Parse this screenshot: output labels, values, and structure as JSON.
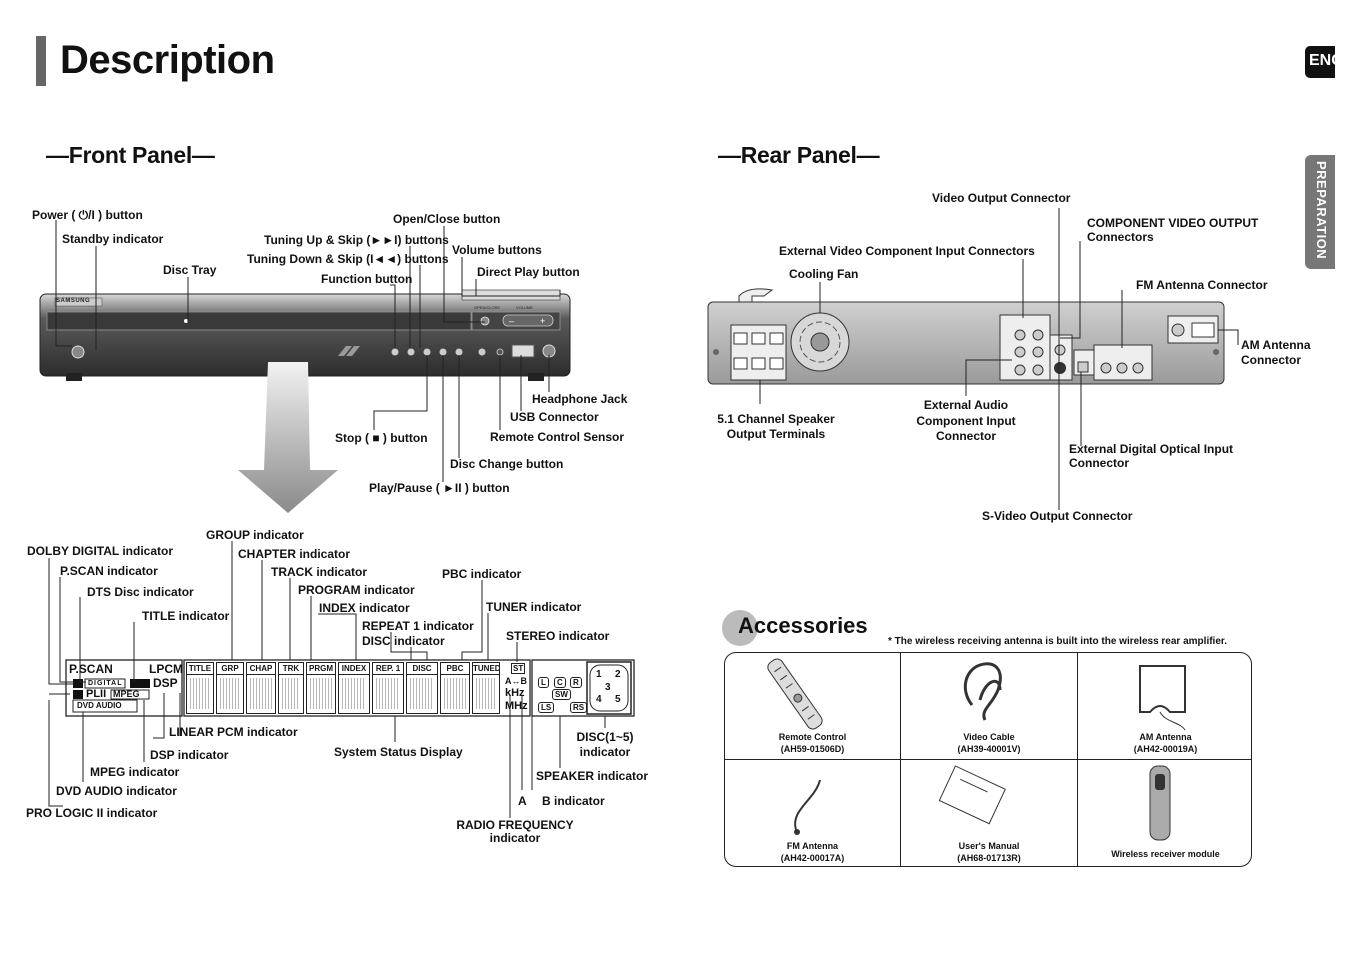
{
  "page": {
    "title": "Description",
    "lang_tab": "ENG",
    "section_tab": "PREPARATION"
  },
  "front_panel": {
    "heading": "—Front Panel—",
    "labels": {
      "power": "Power ( ⏻/I ) button",
      "standby": "Standby indicator",
      "disc_tray": "Disc Tray",
      "tuning_up": "Tuning Up & Skip (►►I) buttons",
      "tuning_down": "Tuning Down & Skip (I◄◄) buttons",
      "function": "Function button",
      "open_close": "Open/Close button",
      "volume": "Volume buttons",
      "direct_play": "Direct Play button",
      "headphone": "Headphone Jack",
      "usb": "USB Connector",
      "remote_sensor": "Remote Control Sensor",
      "stop": "Stop ( ■ ) button",
      "disc_change": "Disc Change button",
      "play_pause": "Play/Pause ( ►II ) button"
    },
    "device": {
      "brand": "SAMSUNG",
      "open_close_mark": "OPEN/CLOSE",
      "volume_mark": "VOLUME"
    }
  },
  "display": {
    "labels": {
      "group": "GROUP indicator",
      "dolby": "DOLBY DIGITAL indicator",
      "chapter": "CHAPTER indicator",
      "pscan": "P.SCAN indicator",
      "track": "TRACK indicator",
      "dts": "DTS Disc indicator",
      "program": "PROGRAM indicator",
      "pbc": "PBC indicator",
      "title": "TITLE indicator",
      "index": "INDEX indicator",
      "tuner": "TUNER indicator",
      "repeat": "REPEAT 1 indicator",
      "disc": "DISC indicator",
      "stereo": "STEREO indicator",
      "lpcm": "LINEAR PCM indicator",
      "dsp": "DSP indicator",
      "system_status": "System Status Display",
      "disc15_a": "DISC(1~5)",
      "disc15_b": "indicator",
      "mpeg": "MPEG indicator",
      "speaker": "SPEAKER indicator",
      "dvd_audio": "DVD AUDIO indicator",
      "a_ind": "A",
      "b_ind": "B indicator",
      "pro_logic": "PRO LOGIC II indicator",
      "radio_a": "RADIO FREQUENCY",
      "radio_b": "indicator"
    },
    "panel": {
      "pscan": "P.SCAN",
      "lpcm": "LPCM",
      "dsp": "DSP",
      "digital": "DIGITAL",
      "pl2": "PLII",
      "mpeg": "MPEG",
      "dvd_audio": "DVD AUDIO",
      "khz": "kHz",
      "mhz": "MHz",
      "ab": "A↔B",
      "st": "ST",
      "segments": [
        "TITLE",
        "GRP",
        "CHAP",
        "TRK",
        "PRGM",
        "INDEX",
        "REP. 1",
        "DISC",
        "PBC",
        "TUNED"
      ],
      "speakers": [
        "L",
        "C",
        "R",
        "SW",
        "LS",
        "RS"
      ],
      "discs": [
        "1",
        "2",
        "3",
        "4",
        "5"
      ]
    }
  },
  "rear_panel": {
    "heading": "—Rear Panel—",
    "labels": {
      "video_out": "Video Output Connector",
      "component_out_a": "COMPONENT VIDEO OUTPUT",
      "component_out_b": "Connectors",
      "ext_video_comp": "External Video Component Input Connectors",
      "cooling_fan": "Cooling Fan",
      "fm_ant": "FM Antenna Connector",
      "am_ant_a": "AM Antenna",
      "am_ant_b": "Connector",
      "speaker_a": "5.1 Channel Speaker",
      "speaker_b": "Output Terminals",
      "ext_audio_a": "External Audio",
      "ext_audio_b": "Component Input",
      "ext_audio_c": "Connector",
      "ext_optical_a": "External Digital Optical Input",
      "ext_optical_b": "Connector",
      "svideo": "S-Video Output Connector"
    }
  },
  "accessories": {
    "heading": "Accessories",
    "note": "* The wireless receiving antenna is built into the wireless rear amplifier.",
    "items": [
      {
        "name": "Remote Control",
        "code": "(AH59-01506D)"
      },
      {
        "name": "Video Cable",
        "code": "(AH39-40001V)"
      },
      {
        "name": "AM Antenna",
        "code": "(AH42-00019A)"
      },
      {
        "name": "FM Antenna",
        "code": "(AH42-00017A)"
      },
      {
        "name": "User's Manual",
        "code": "(AH68-01713R)"
      },
      {
        "name": "Wireless receiver module",
        "code": ""
      }
    ]
  }
}
